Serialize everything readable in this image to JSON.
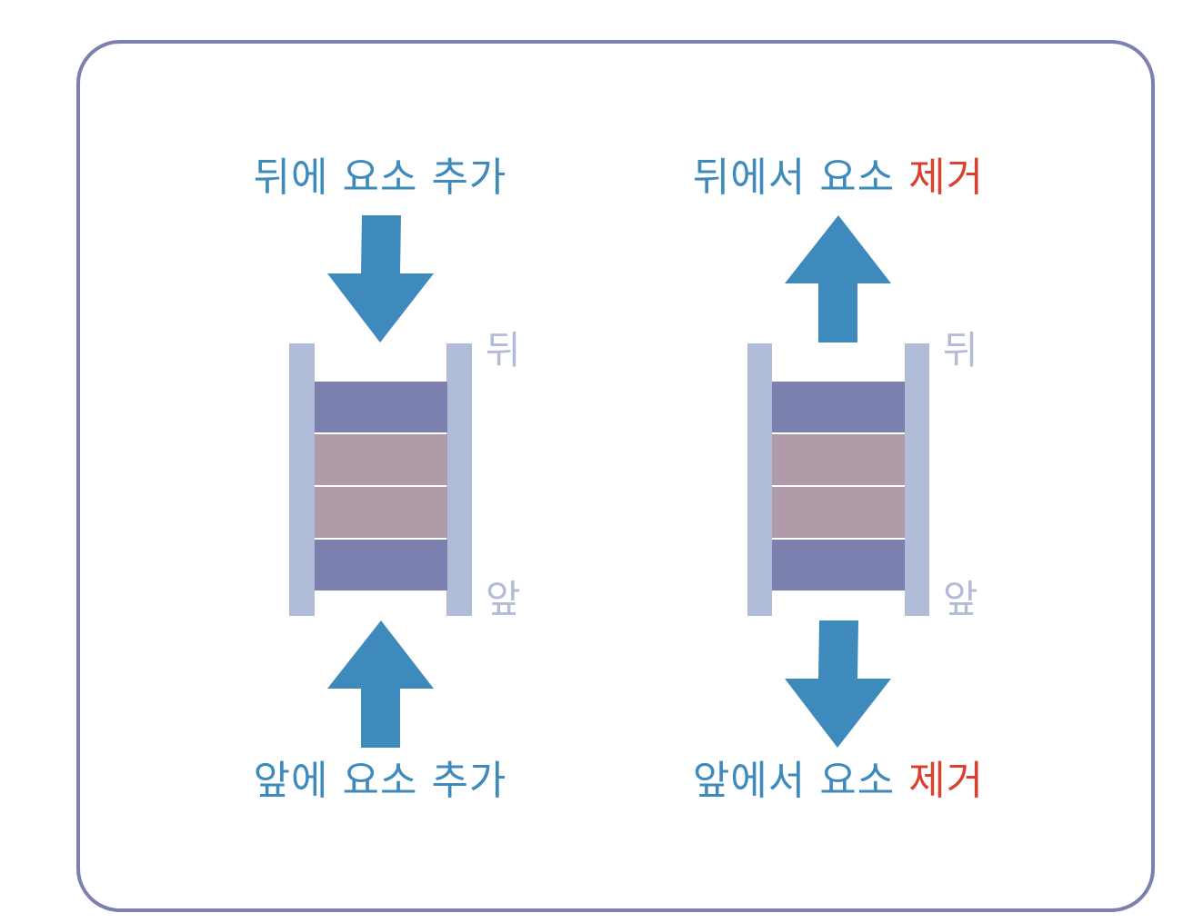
{
  "colors": {
    "frame": "#7b80b0",
    "text_blue": "#3f8abd",
    "text_red": "#d9412f",
    "arrow": "#3f8abd",
    "rail": "#b0bcd8",
    "block_end": "#7b80ae",
    "block_mid": "#b09ca8",
    "side_label": "#b0bcd8"
  },
  "left_panel": {
    "top_title": "뒤에 요소 추가",
    "bottom_title": "앞에 요소 추가",
    "rear_label": "뒤",
    "front_label": "앞",
    "top_arrow": "down-arrow",
    "bottom_arrow": "up-arrow",
    "blocks": [
      "end",
      "mid",
      "mid",
      "end"
    ]
  },
  "right_panel": {
    "top_title_prefix": "뒤에서 요소 ",
    "top_title_accent": "제거",
    "bottom_title_prefix": "앞에서 요소 ",
    "bottom_title_accent": "제거",
    "rear_label": "뒤",
    "front_label": "앞",
    "top_arrow": "up-arrow",
    "bottom_arrow": "down-arrow",
    "blocks": [
      "end",
      "mid",
      "mid",
      "end"
    ]
  }
}
